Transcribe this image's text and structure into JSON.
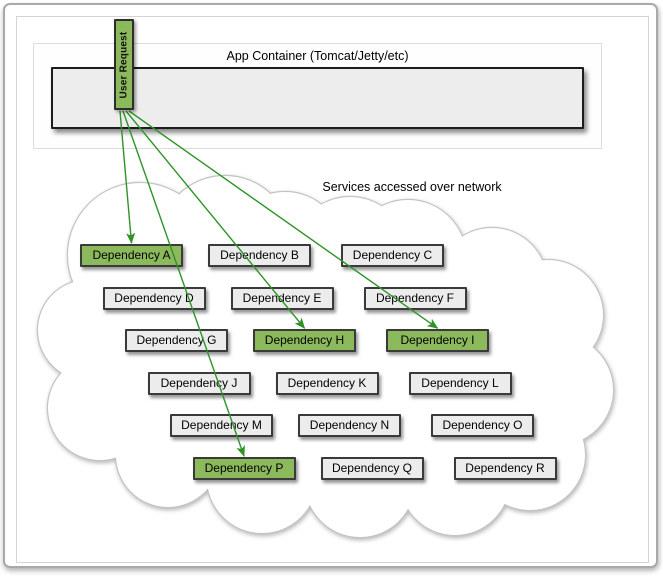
{
  "diagram": {
    "app_container": {
      "title": "App Container (Tomcat/Jetty/etc)"
    },
    "user_request": {
      "label": "User Request"
    },
    "network_label": "Services accessed over network",
    "dependencies": [
      {
        "id": "A",
        "label": "Dependency A",
        "highlighted": true,
        "row": 0,
        "col": 0
      },
      {
        "id": "B",
        "label": "Dependency B",
        "highlighted": false,
        "row": 0,
        "col": 1
      },
      {
        "id": "C",
        "label": "Dependency C",
        "highlighted": false,
        "row": 0,
        "col": 2
      },
      {
        "id": "D",
        "label": "Dependency D",
        "highlighted": false,
        "row": 1,
        "col": 0
      },
      {
        "id": "E",
        "label": "Dependency E",
        "highlighted": false,
        "row": 1,
        "col": 1
      },
      {
        "id": "F",
        "label": "Dependency F",
        "highlighted": false,
        "row": 1,
        "col": 2
      },
      {
        "id": "G",
        "label": "Dependency G",
        "highlighted": false,
        "row": 2,
        "col": 0
      },
      {
        "id": "H",
        "label": "Dependency H",
        "highlighted": true,
        "row": 2,
        "col": 1
      },
      {
        "id": "I",
        "label": "Dependency I",
        "highlighted": true,
        "row": 2,
        "col": 2
      },
      {
        "id": "J",
        "label": "Dependency J",
        "highlighted": false,
        "row": 3,
        "col": 0
      },
      {
        "id": "K",
        "label": "Dependency K",
        "highlighted": false,
        "row": 3,
        "col": 1
      },
      {
        "id": "L",
        "label": "Dependency L",
        "highlighted": false,
        "row": 3,
        "col": 2
      },
      {
        "id": "M",
        "label": "Dependency M",
        "highlighted": false,
        "row": 4,
        "col": 0
      },
      {
        "id": "N",
        "label": "Dependency N",
        "highlighted": false,
        "row": 4,
        "col": 1
      },
      {
        "id": "O",
        "label": "Dependency O",
        "highlighted": false,
        "row": 4,
        "col": 2
      },
      {
        "id": "P",
        "label": "Dependency P",
        "highlighted": true,
        "row": 5,
        "col": 0
      },
      {
        "id": "Q",
        "label": "Dependency Q",
        "highlighted": false,
        "row": 5,
        "col": 1
      },
      {
        "id": "R",
        "label": "Dependency R",
        "highlighted": false,
        "row": 5,
        "col": 2
      }
    ],
    "request_arrows": [
      "A",
      "H",
      "I",
      "P"
    ],
    "colors": {
      "highlight_fill": "#8CB95C",
      "box_fill": "#ECECEC",
      "box_border": "#3A3A3A",
      "arrow": "#2E9427",
      "frame_border": "#A9A9A9",
      "cloud_edge": "#C4C4C4"
    }
  }
}
